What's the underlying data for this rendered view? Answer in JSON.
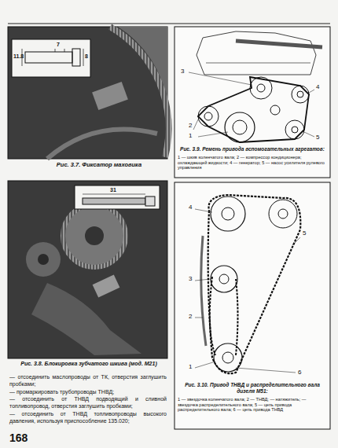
{
  "diagram": {
    "labels": [
      "11.8",
      "7",
      "8",
      "Рис. 3.7. Фиксатор маховика",
      "3",
      "1",
      "2",
      "4",
      "5",
      "Рис. 3.9. Ремень привода вспомогательных агрегатов:",
      "1 — шкив коленчатого вала; 2 — компрессор кондиционера; охлаждающей жидкости; 4 — генератор; 5 — насос усилителя рулевого управления",
      "31",
      "Рис. 3.8. Блокировка зубчатого шкива (мод. М21)",
      "4",
      "5",
      "3",
      "2",
      "1",
      "6",
      "Рис. 3.10. Привод ТНВД и распределительного вала дизеля М51:",
      "1 — звездочка коленчатого вала; 2 — ТНВД; — натяжитель; — звездочка распределительного вала; 5 — цепь привода распределительного вала; 6 — цепь привода ТНВД",
      "— отсоединить маслопроводы от ТК, отверстия заглушить пробками;",
      "— промаркировать трубопроводы ТНВД;",
      "— отсоединить от ТНВД подводящий и сливной топливопровод, отверстия заглушить пробками;",
      "— отсоединить от ТНВД топливопроводы высокого давления, используя приспособление 135.020;",
      "168"
    ]
  }
}
